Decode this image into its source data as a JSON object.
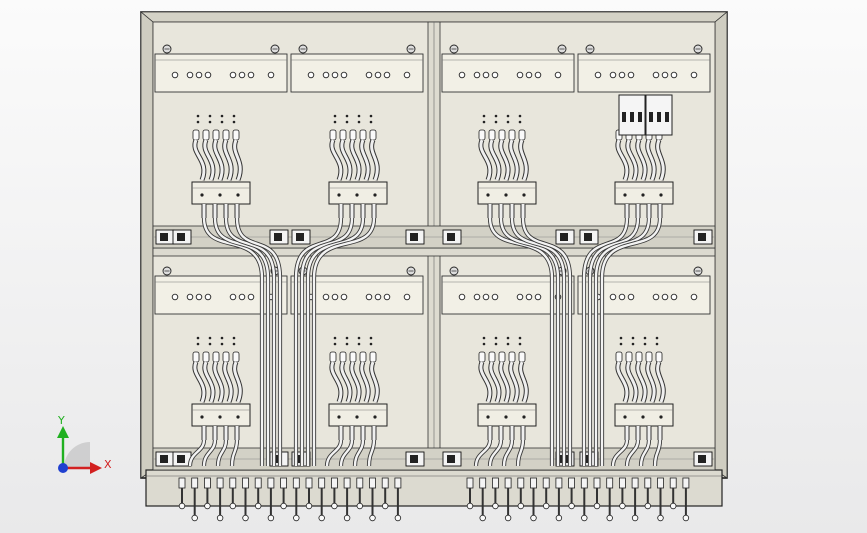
{
  "triad": {
    "x_label": "X",
    "y_label": "Y",
    "x_color": "#d22020",
    "y_color": "#20b020",
    "z_color": "#2040d0"
  },
  "colors": {
    "panel_fill": "#e8e6dc",
    "panel_stroke": "#2a2a2a",
    "plate_fill": "#f2f0e6",
    "cable": "#9a9a9a",
    "cable_light": "#efefef"
  },
  "model": {
    "module_rows": 2,
    "modules_per_row": 4,
    "terminals_per_module": 4,
    "bottom_connectors": 36
  }
}
